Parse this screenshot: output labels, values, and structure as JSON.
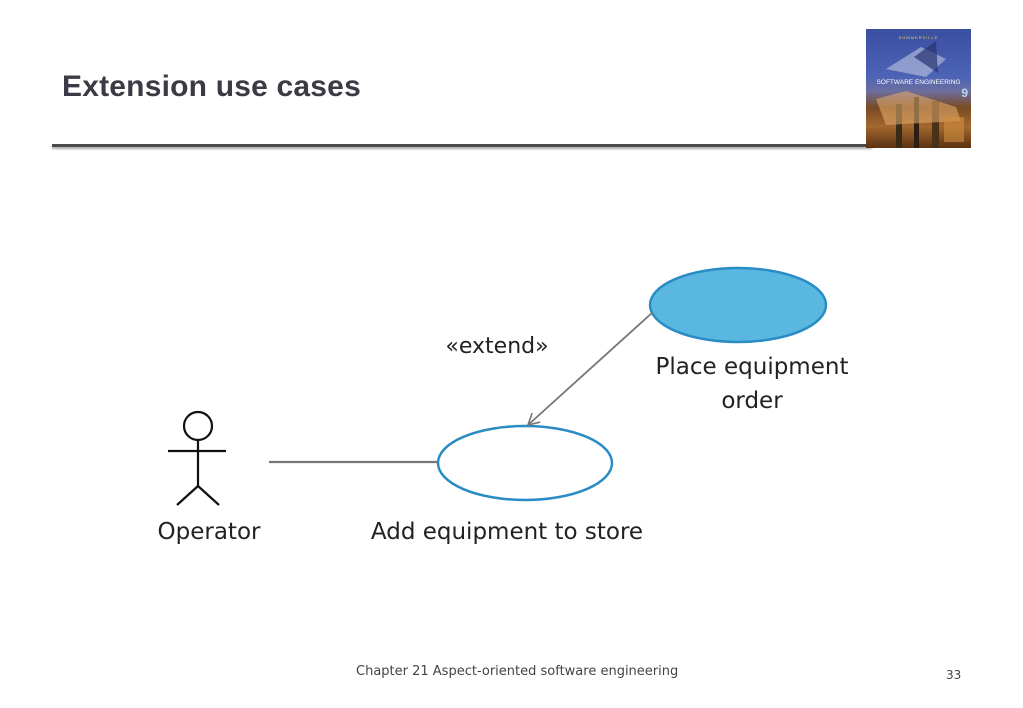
{
  "slide": {
    "title": "Extension use cases"
  },
  "book_cover": {
    "author": "SOMMERVILLE",
    "title": "SOFTWARE ENGINEERING",
    "edition": "9"
  },
  "diagram": {
    "actor_label": "Operator",
    "base_use_case_label": "Add equipment to store",
    "extending_use_case_label_line1": "Place equipment",
    "extending_use_case_label_line2": "order",
    "relationship_stereotype": "«extend»",
    "colors": {
      "extending_fill": "#5ab8e0",
      "use_case_stroke": "#2a8cc4",
      "base_fill": "#ffffff",
      "line": "#777777"
    }
  },
  "footer": {
    "text": "Chapter 21 Aspect-oriented software engineering",
    "page_number": "33"
  }
}
